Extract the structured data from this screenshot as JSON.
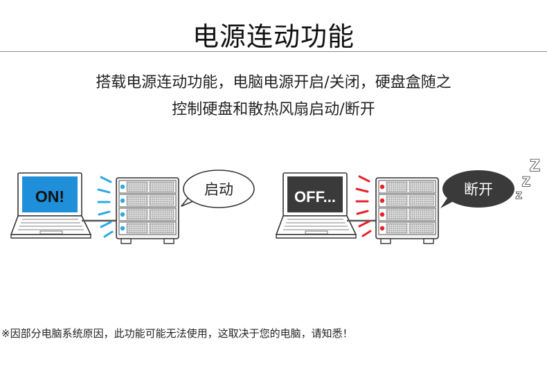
{
  "title": "电源连动功能",
  "description": {
    "line1": "搭载电源连动功能，电脑电源开启/关闭，硬盘盒随之",
    "line2": "控制硬盘和散热风扇启动/断开"
  },
  "left_scene": {
    "screen_text": "ON!",
    "bubble_text": "启动",
    "screen_color": "#1e8fd8",
    "indicator_color": "#2ea8e6"
  },
  "right_scene": {
    "screen_text": "OFF...",
    "bubble_text": "断开",
    "screen_color": "#3a3a3a",
    "indicator_color": "#e8202a",
    "sleep_letters": [
      "Z",
      "Z",
      "Z"
    ]
  },
  "note": "※因部分电脑系统原因，此功能可能无法使用，这取决于您的电脑，请知悉！"
}
